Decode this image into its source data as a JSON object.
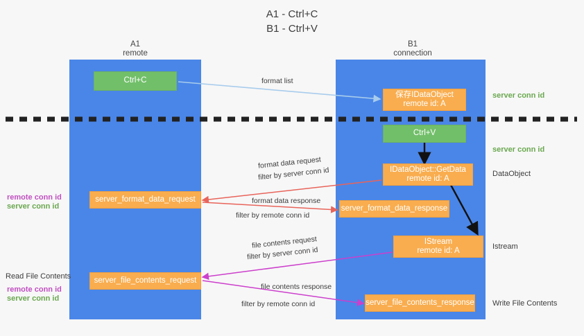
{
  "title": {
    "line1": "A1 - Ctrl+C",
    "line2": "B1 - Ctrl+V"
  },
  "colors": {
    "lane": "#4a86e8",
    "node_orange": "#f9ad4f",
    "node_green": "#72bf6a",
    "server_conn": "#6aa84f",
    "remote_conn": "#c050c0",
    "arrow_blue": "#a8ccec",
    "arrow_red": "#e8645a",
    "arrow_magenta": "#cc3fcc",
    "arrow_black": "#000000",
    "background": "#f7f7f7"
  },
  "lanes": [
    {
      "id": "a1",
      "title": "A1",
      "subtitle": "remote"
    },
    {
      "id": "b1",
      "title": "B1",
      "subtitle": "connection"
    }
  ],
  "nodes": {
    "ctrl_c": {
      "label": "Ctrl+C"
    },
    "ctrl_v": {
      "label": "Ctrl+V"
    },
    "save_idataobject": {
      "line1": "保存IDataObject",
      "line2": "remote id: A"
    },
    "getdata": {
      "line1": "IDataObject::GetData",
      "line2": "remote id: A"
    },
    "istream": {
      "line1": "IStream",
      "line2": "remote id: A"
    },
    "server_format_data_request": {
      "label": "server_format_data_request"
    },
    "server_format_data_response": {
      "label": "server_format_data_response"
    },
    "server_file_contents_request": {
      "label": "server_file_contents_request"
    },
    "server_file_contents_response": {
      "label": "server_file_contents_response"
    }
  },
  "edge_labels": {
    "format_list": "format list",
    "format_data_request": "format data request",
    "format_data_request_filter_prefix": "filter by ",
    "format_data_request_filter_value": "server conn id",
    "format_data_response": "format data response",
    "format_data_response_filter_prefix": "filter by ",
    "format_data_response_filter_value": "remote conn id",
    "file_contents_request": "file contents request",
    "file_contents_request_filter_prefix": "filter by ",
    "file_contents_request_filter_value": "server conn id",
    "file_contents_response": "file contents response",
    "file_contents_response_filter_prefix": "filter by ",
    "file_contents_response_filter_value": "remote conn id"
  },
  "right_labels": {
    "server_conn_top": "server conn id",
    "server_conn_mid": "server conn id",
    "dataobject": "DataObject",
    "istream": "Istream",
    "write_file_contents": "Write File Contents"
  },
  "left_labels": {
    "remote_conn_1": "remote conn id",
    "server_conn_1": "server conn id",
    "read_file_contents": "Read File Contents",
    "remote_conn_2": "remote conn id",
    "server_conn_2": "server conn id"
  }
}
